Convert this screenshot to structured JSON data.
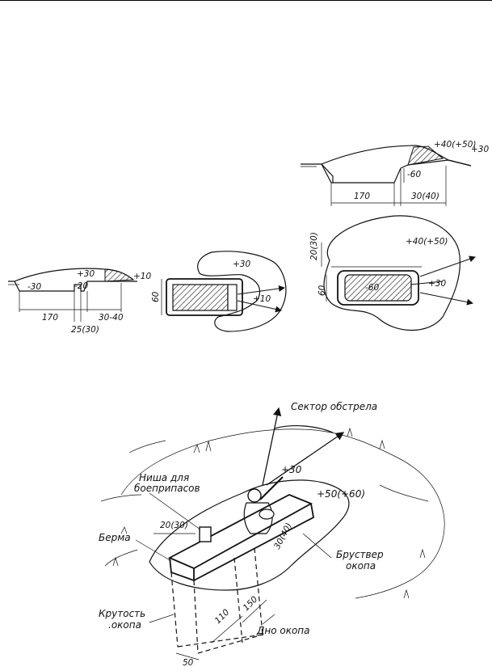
{
  "fig1": {
    "upper_profile": {
      "parapet": "+40(+50)",
      "parapet_right": "+30",
      "depth": "-60",
      "width": "170",
      "berm": "30(40)"
    },
    "upper_plan": {
      "side": "20(30)",
      "parapet": "+40(+50)",
      "depth": "-60",
      "low": "+30",
      "width": "60"
    },
    "lower_profile": {
      "parapet": "+30",
      "front": "+10",
      "depth": "-30",
      "step": "-20",
      "width": "170",
      "niche": "25(30)",
      "berm": "30-40"
    },
    "lower_plan": {
      "parapet": "+30",
      "front": "+10",
      "width": "60"
    }
  },
  "fig2": {
    "sector": "Сектор обстрела",
    "niche": "Ниша для боеприпасов",
    "berm": "Берма",
    "berm_size": "20(30)",
    "parapet_h": "+30",
    "parapet_h2": "+50(+60)",
    "width_top": "30(40)",
    "breastwork": "Бруствер окопа",
    "slope": "Крутость окопа",
    "bottom": "Дно окопа",
    "dim_110": "110",
    "dim_150": "150",
    "dim_50": "50"
  }
}
